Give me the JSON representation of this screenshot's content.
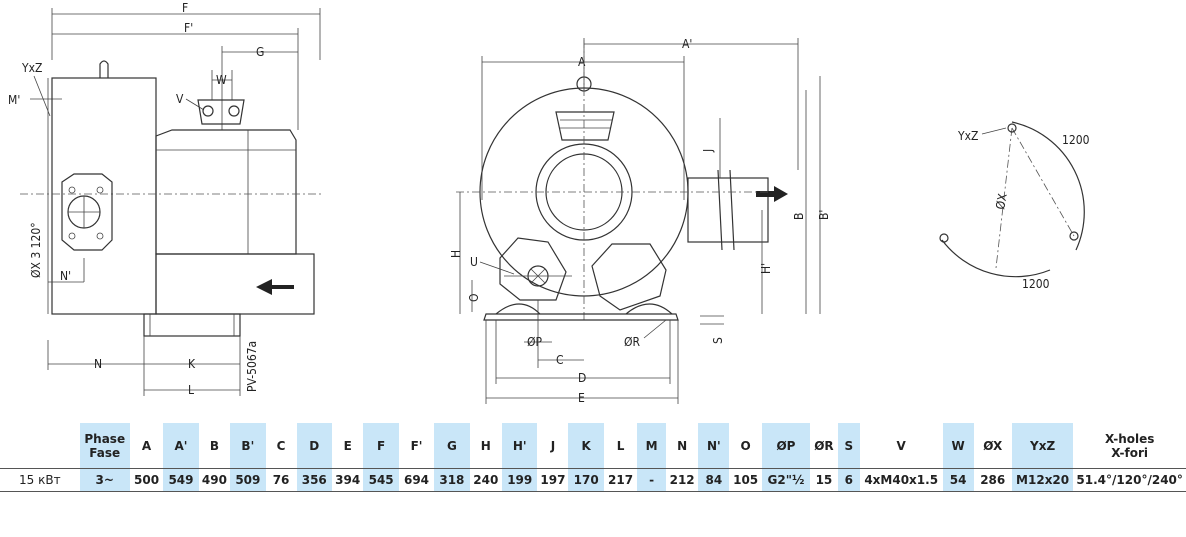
{
  "drawing": {
    "labels": {
      "F": "F",
      "F_prime": "F'",
      "G": "G",
      "W": "W",
      "V": "V",
      "YxZ": "YxZ",
      "M_prime": "M'",
      "side_holes": "ØX  3  120°",
      "N_prime": "N'",
      "N": "N",
      "K": "K",
      "L": "L",
      "code": "PV-5067a",
      "A_prime": "A'",
      "A": "A",
      "J": "J",
      "H": "H",
      "U": "U",
      "O": "O",
      "H_prime": "H'",
      "B": "B",
      "B_prime": "B'",
      "S": "S",
      "P": "ØP",
      "C": "C",
      "R": "ØR",
      "D": "D",
      "E": "E",
      "flange_YxZ": "YxZ",
      "flange_X": "ØX",
      "flange_1200_top": "1200",
      "flange_1200_bottom": "1200"
    }
  },
  "table": {
    "headers": [
      "Phase\nFase",
      "A",
      "A'",
      "B",
      "B'",
      "C",
      "D",
      "E",
      "F",
      "F'",
      "G",
      "H",
      "H'",
      "J",
      "K",
      "L",
      "M",
      "N",
      "N'",
      "O",
      "ØP",
      "ØR",
      "S",
      "V",
      "W",
      "ØX",
      "YxZ",
      "X-holes\nX-fori"
    ],
    "highlighted": [
      true,
      false,
      true,
      false,
      true,
      false,
      true,
      false,
      true,
      false,
      true,
      false,
      true,
      false,
      true,
      false,
      true,
      false,
      true,
      false,
      true,
      false,
      true,
      false,
      true,
      false,
      true,
      false
    ],
    "row_label": "15 кВт",
    "row": [
      "3~",
      "500",
      "549",
      "490",
      "509",
      "76",
      "356",
      "394",
      "545",
      "694",
      "318",
      "240",
      "199",
      "197",
      "170",
      "217",
      "-",
      "212",
      "84",
      "105",
      "G2\"½",
      "15",
      "6",
      "4xM40x1.5",
      "54",
      "286",
      "M12x20",
      "51.4°/120°/240°"
    ]
  },
  "colors": {
    "highlight": "#c9e6f8",
    "line": "#333333"
  }
}
